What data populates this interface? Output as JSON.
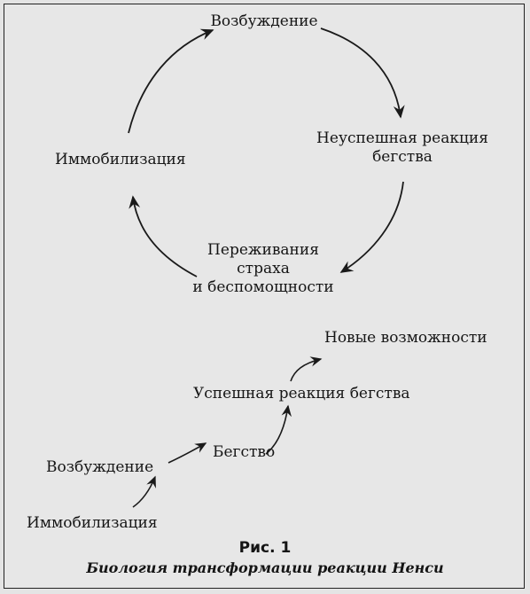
{
  "cycle": {
    "arousal": "Возбуждение",
    "failed_escape_line1": "Неуспешная реакция",
    "failed_escape_line2": "бегства",
    "fear_line1": "Переживания",
    "fear_line2": "страха",
    "fear_line3": "и беспомощности",
    "immobilization": "Иммобилизация"
  },
  "resolution": {
    "immobilization": "Иммобилизация",
    "arousal": "Возбуждение",
    "escape": "Бегство",
    "successful_escape": "Успешная реакция бегства",
    "new_possibilities": "Новые возможности"
  },
  "caption": {
    "figure": "Рис. 1",
    "title": "Биология трансформации реакции Ненси"
  }
}
